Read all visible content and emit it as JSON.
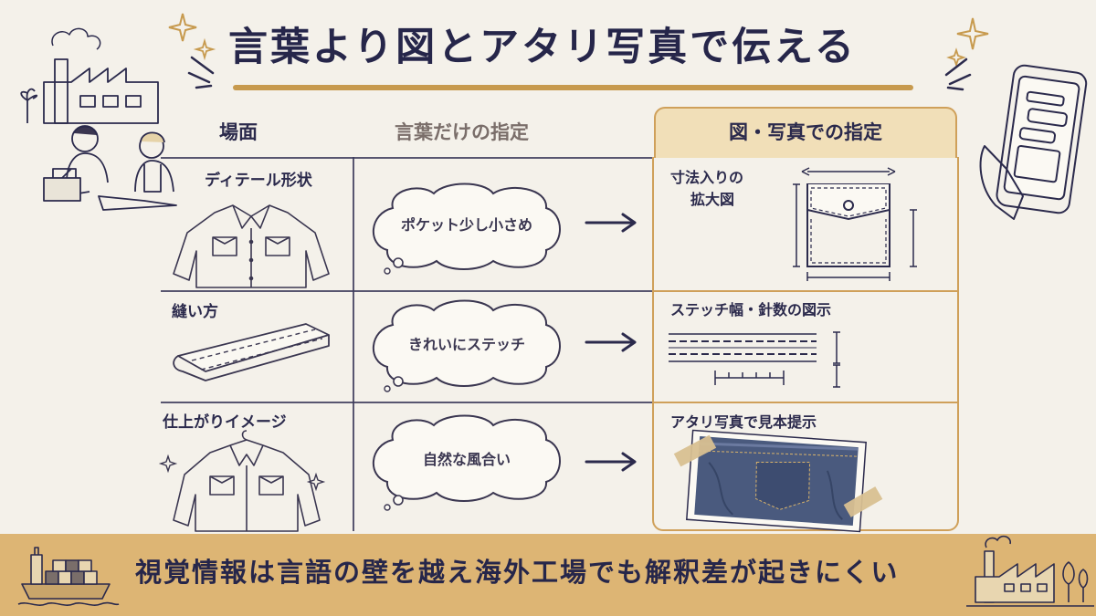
{
  "header": {
    "title": "言葉より図とアタリ写真で伝える"
  },
  "columns": {
    "scene": "場面",
    "words_only": "言葉だけの指定",
    "figure_photo": "図・写真での指定"
  },
  "rows": [
    {
      "scene": "ディテール形状",
      "words": "ポケット少し小さめ",
      "figure": "寸法入りの拡大図",
      "figure_line1": "寸法入りの",
      "figure_line2": "拡大図"
    },
    {
      "scene": "縫い方",
      "words": "きれいにステッチ",
      "figure": "ステッチ幅・針数の図示"
    },
    {
      "scene": "仕上がりイメージ",
      "words": "自然な風合い",
      "figure": "アタリ写真で見本提示"
    }
  ],
  "footer": {
    "message": "視覚情報は言語の壁を越え海外工場でも解釈差が起きにくい"
  },
  "colors": {
    "ink": "#2b2a4c",
    "accent_gold": "#c79a4e",
    "banner": "#ddb574",
    "highlight_header": "#f1dfb8",
    "background": "#f4f1ea"
  }
}
